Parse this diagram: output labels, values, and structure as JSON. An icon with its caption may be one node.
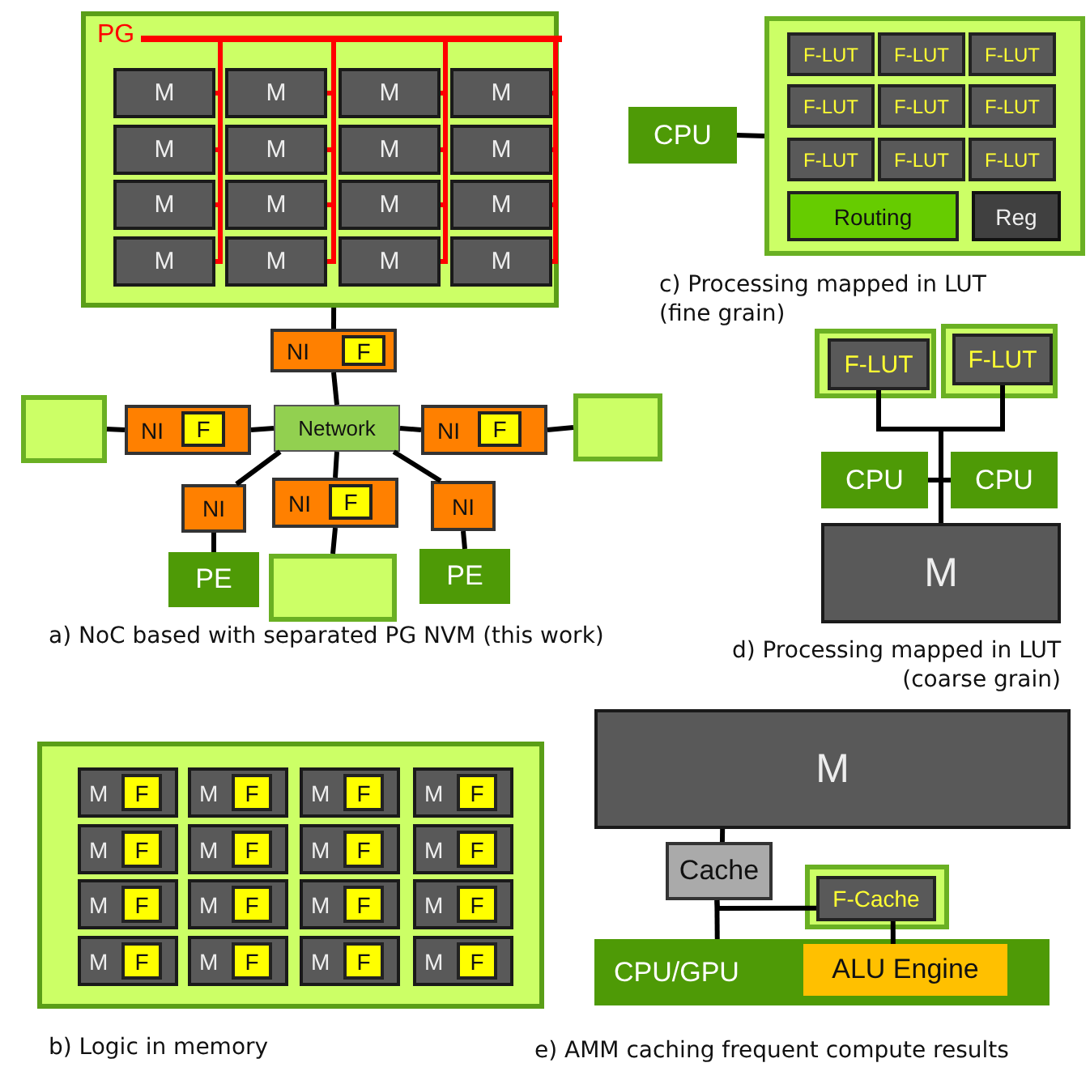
{
  "diagram": {
    "nodes": [
      {
        "text": [
          "PG"
        ]
      },
      {
        "text": [
          "M"
        ],
        "in": 0
      },
      {
        "text": [
          "M"
        ],
        "in": 0
      },
      {
        "text": [
          "M"
        ],
        "in": 0
      },
      {
        "text": [
          "M"
        ],
        "in": 0
      },
      {
        "text": [
          "M"
        ],
        "in": 0
      },
      {
        "text": [
          "M"
        ],
        "in": 0
      },
      {
        "text": [
          "M"
        ],
        "in": 0
      },
      {
        "text": [
          "M"
        ],
        "in": 0
      },
      {
        "text": [
          "M"
        ],
        "in": 0
      },
      {
        "text": [
          "M"
        ],
        "in": 0
      },
      {
        "text": [
          "M"
        ],
        "in": 0
      },
      {
        "text": [
          "M"
        ],
        "in": 0
      },
      {
        "text": [
          "M"
        ],
        "in": 0
      },
      {
        "text": [
          "M"
        ],
        "in": 0
      },
      {
        "text": [
          "M"
        ],
        "in": 0
      },
      {
        "text": [
          "M"
        ],
        "in": 0
      },
      {
        "text": [
          "NI"
        ]
      },
      {
        "text": [
          "F"
        ],
        "in": 17
      },
      {
        "text": [],
        "shape": "box"
      },
      {
        "text": [
          "NI"
        ]
      },
      {
        "text": [
          "F"
        ],
        "in": 20
      },
      {
        "text": [
          "Network"
        ]
      },
      {
        "text": [
          "NI"
        ]
      },
      {
        "text": [
          "F"
        ],
        "in": 23
      },
      {
        "text": [],
        "shape": "box"
      },
      {
        "text": [
          "NI"
        ]
      },
      {
        "text": [
          "NI"
        ]
      },
      {
        "text": [
          "F"
        ],
        "in": 27
      },
      {
        "text": [
          "NI"
        ]
      },
      {
        "text": [
          "PE"
        ]
      },
      {
        "text": [],
        "shape": "box"
      },
      {
        "text": [
          "PE"
        ]
      },
      {
        "text": [
          "CPU"
        ]
      },
      {
        "text": [],
        "shape": "box"
      },
      {
        "text": [
          "F-LUT"
        ],
        "in": 34
      },
      {
        "text": [
          "F-LUT"
        ],
        "in": 34
      },
      {
        "text": [
          "F-LUT"
        ],
        "in": 34
      },
      {
        "text": [
          "F-LUT"
        ],
        "in": 34
      },
      {
        "text": [
          "F-LUT"
        ],
        "in": 34
      },
      {
        "text": [
          "F-LUT"
        ],
        "in": 34
      },
      {
        "text": [
          "F-LUT"
        ],
        "in": 34
      },
      {
        "text": [
          "F-LUT"
        ],
        "in": 34
      },
      {
        "text": [
          "F-LUT"
        ],
        "in": 34
      },
      {
        "text": [
          "Routing"
        ],
        "in": 34
      },
      {
        "text": [
          "Reg"
        ],
        "in": 34
      },
      {
        "text": [],
        "shape": "box"
      },
      {
        "text": [
          "F-LUT"
        ],
        "in": 46
      },
      {
        "text": [],
        "shape": "box"
      },
      {
        "text": [
          "F-LUT"
        ],
        "in": 48
      },
      {
        "text": [
          "CPU"
        ]
      },
      {
        "text": [
          "CPU"
        ]
      },
      {
        "text": [
          "M"
        ]
      },
      {
        "text": [],
        "shape": "box"
      },
      {
        "text": [
          "M"
        ],
        "in": 53
      },
      {
        "text": [
          "F"
        ],
        "in": 54
      },
      {
        "text": [
          "M"
        ],
        "in": 53
      },
      {
        "text": [
          "F"
        ],
        "in": 56
      },
      {
        "text": [
          "M"
        ],
        "in": 53
      },
      {
        "text": [
          "F"
        ],
        "in": 58
      },
      {
        "text": [
          "M"
        ],
        "in": 53
      },
      {
        "text": [
          "F"
        ],
        "in": 60
      },
      {
        "text": [
          "M"
        ],
        "in": 53
      },
      {
        "text": [
          "F"
        ],
        "in": 62
      },
      {
        "text": [
          "M"
        ],
        "in": 53
      },
      {
        "text": [
          "F"
        ],
        "in": 64
      },
      {
        "text": [
          "M"
        ],
        "in": 53
      },
      {
        "text": [
          "F"
        ],
        "in": 66
      },
      {
        "text": [
          "M"
        ],
        "in": 53
      },
      {
        "text": [
          "F"
        ],
        "in": 68
      },
      {
        "text": [
          "M"
        ],
        "in": 53
      },
      {
        "text": [
          "F"
        ],
        "in": 70
      },
      {
        "text": [
          "M"
        ],
        "in": 53
      },
      {
        "text": [
          "F"
        ],
        "in": 72
      },
      {
        "text": [
          "M"
        ],
        "in": 53
      },
      {
        "text": [
          "F"
        ],
        "in": 74
      },
      {
        "text": [
          "M"
        ],
        "in": 53
      },
      {
        "text": [
          "F"
        ],
        "in": 76
      },
      {
        "text": [
          "M"
        ],
        "in": 53
      },
      {
        "text": [
          "F"
        ],
        "in": 78
      },
      {
        "text": [
          "M"
        ],
        "in": 53
      },
      {
        "text": [
          "F"
        ],
        "in": 80
      },
      {
        "text": [
          "M"
        ],
        "in": 53
      },
      {
        "text": [
          "F"
        ],
        "in": 82
      },
      {
        "text": [
          "M"
        ],
        "in": 53
      },
      {
        "text": [
          "F"
        ],
        "in": 84
      },
      {
        "text": [
          "M"
        ]
      },
      {
        "text": [
          "Cache"
        ]
      },
      {
        "text": [],
        "shape": "box"
      },
      {
        "text": [
          "F-Cache"
        ],
        "in": 88
      },
      {
        "text": [
          "CPU/GPU"
        ]
      },
      {
        "text": [
          "ALU Engine"
        ],
        "in": 90
      },
      {
        "text": [],
        "shape": "bar",
        "in": 0
      }
    ],
    "edges": [
      {
        "from": 0,
        "to": 17,
        "arrow": "none"
      },
      {
        "from": 17,
        "to": 22,
        "arrow": "none"
      },
      {
        "from": 19,
        "to": 20,
        "arrow": "none"
      },
      {
        "from": 20,
        "to": 22,
        "arrow": "none"
      },
      {
        "from": 22,
        "to": 23,
        "arrow": "none"
      },
      {
        "from": 23,
        "to": 25,
        "arrow": "none"
      },
      {
        "from": 22,
        "to": 26,
        "arrow": "none"
      },
      {
        "from": 22,
        "to": 27,
        "arrow": "none"
      },
      {
        "from": 22,
        "to": 29,
        "arrow": "none"
      },
      {
        "from": 26,
        "to": 30,
        "arrow": "none"
      },
      {
        "from": 27,
        "to": 31,
        "arrow": "none"
      },
      {
        "from": 29,
        "to": 32,
        "arrow": "none"
      },
      {
        "from": 33,
        "to": 34,
        "arrow": "none"
      },
      {
        "from": 47,
        "to": 52,
        "arrow": "none"
      },
      {
        "from": 49,
        "to": 52,
        "arrow": "none"
      },
      {
        "from": 50,
        "to": 52,
        "arrow": "none"
      },
      {
        "from": 51,
        "to": 52,
        "arrow": "none"
      },
      {
        "from": 86,
        "to": 87,
        "arrow": "none"
      },
      {
        "from": 87,
        "to": 90,
        "arrow": "none"
      },
      {
        "from": 89,
        "to": 87,
        "arrow": "none"
      },
      {
        "from": 89,
        "to": 91,
        "arrow": "none"
      },
      {
        "from": 92,
        "to": 1,
        "arrow": "none",
        "color": "#ff0000"
      },
      {
        "from": 92,
        "to": 2,
        "arrow": "none",
        "color": "#ff0000"
      },
      {
        "from": 92,
        "to": 3,
        "arrow": "none",
        "color": "#ff0000"
      },
      {
        "from": 92,
        "to": 4,
        "arrow": "none",
        "color": "#ff0000"
      },
      {
        "from": 92,
        "to": 5,
        "arrow": "none",
        "color": "#ff0000"
      },
      {
        "from": 92,
        "to": 6,
        "arrow": "none",
        "color": "#ff0000"
      },
      {
        "from": 92,
        "to": 7,
        "arrow": "none",
        "color": "#ff0000"
      },
      {
        "from": 92,
        "to": 8,
        "arrow": "none",
        "color": "#ff0000"
      },
      {
        "from": 92,
        "to": 9,
        "arrow": "none",
        "color": "#ff0000"
      },
      {
        "from": 92,
        "to": 10,
        "arrow": "none",
        "color": "#ff0000"
      },
      {
        "from": 92,
        "to": 11,
        "arrow": "none",
        "color": "#ff0000"
      },
      {
        "from": 92,
        "to": 12,
        "arrow": "none",
        "color": "#ff0000"
      },
      {
        "from": 92,
        "to": 13,
        "arrow": "none",
        "color": "#ff0000"
      },
      {
        "from": 92,
        "to": 14,
        "arrow": "none",
        "color": "#ff0000"
      },
      {
        "from": 92,
        "to": 15,
        "arrow": "none",
        "color": "#ff0000"
      },
      {
        "from": 92,
        "to": 16,
        "arrow": "none",
        "color": "#ff0000"
      }
    ],
    "labels": [
      "a) NoC based with separated PG NVM (this work)",
      "c) Processing mapped in LUT (fine grain)",
      "d) Processing mapped in LUT (coarse grain)",
      "b) Logic  in memory",
      "e) AMM caching  frequent compute results"
    ]
  }
}
